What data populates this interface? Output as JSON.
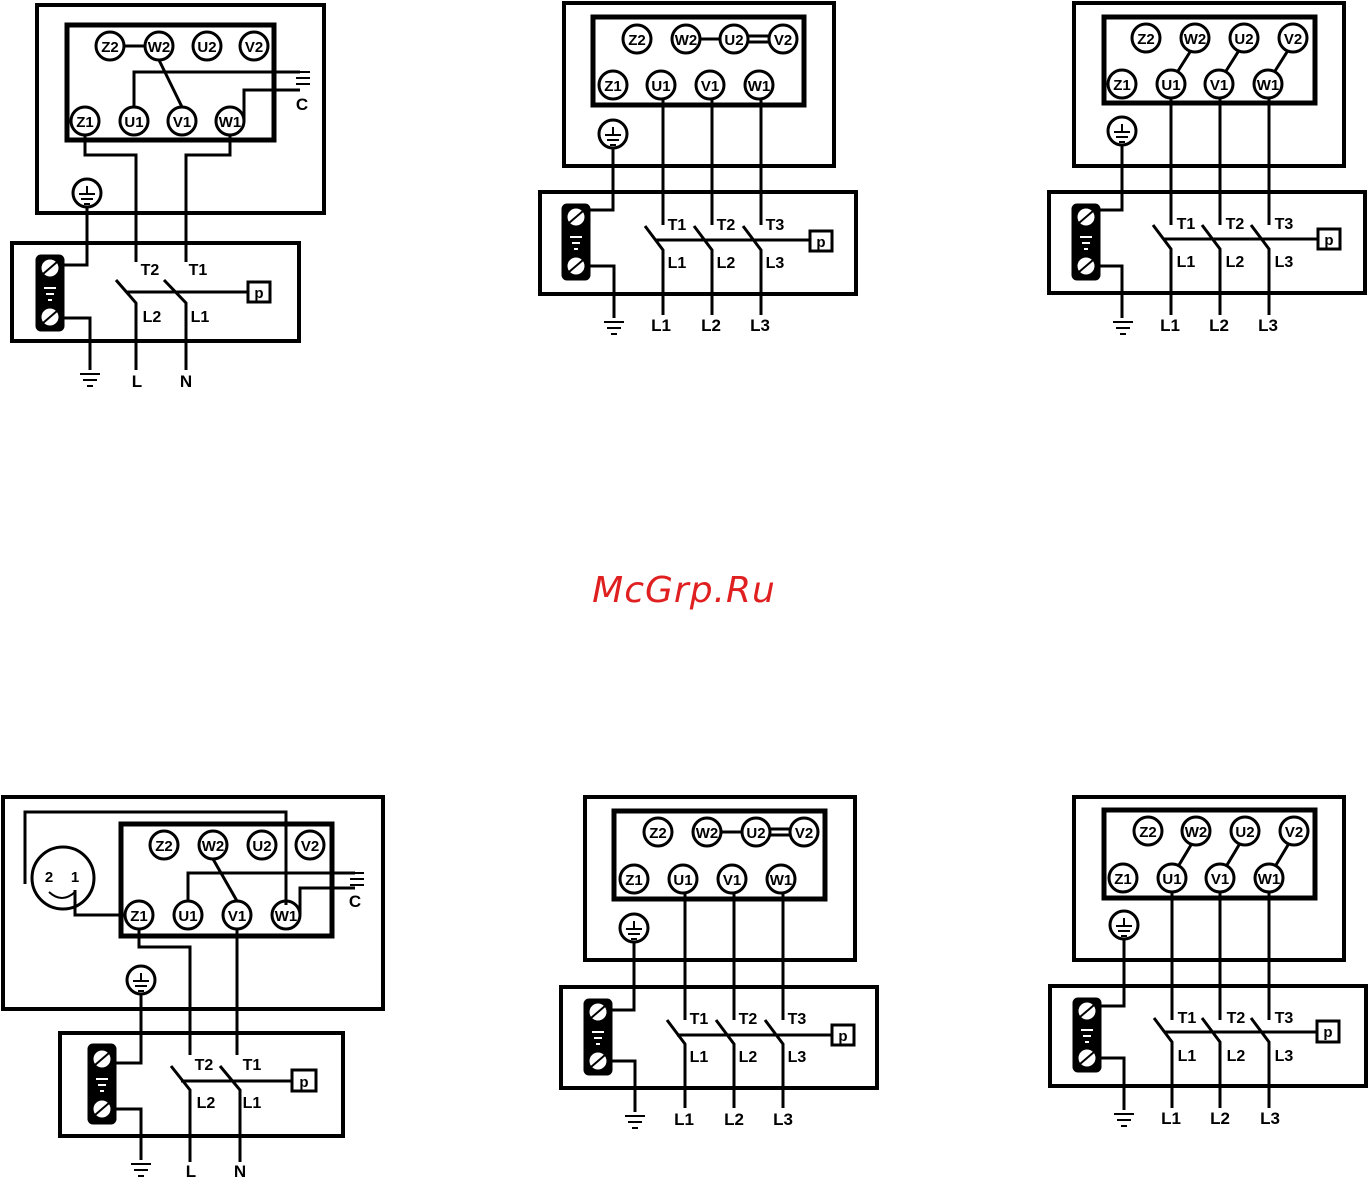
{
  "watermark": "McGrp.Ru",
  "terminals": {
    "z2": "Z2",
    "w2": "W2",
    "u2": "U2",
    "v2": "V2",
    "z1": "Z1",
    "u1": "U1",
    "v1": "V1",
    "w1": "W1"
  },
  "capacitor_label": "C",
  "protector_label": "p",
  "contacts": {
    "t1": "T1",
    "t2": "T2",
    "t3": "T3",
    "l1": "L1",
    "l2": "L2",
    "l3": "L3"
  },
  "supply": {
    "single_phase": [
      "L",
      "N"
    ],
    "three_phase": [
      "L1",
      "L2",
      "L3"
    ]
  },
  "thermal_switch_labels": [
    "2",
    "1"
  ]
}
